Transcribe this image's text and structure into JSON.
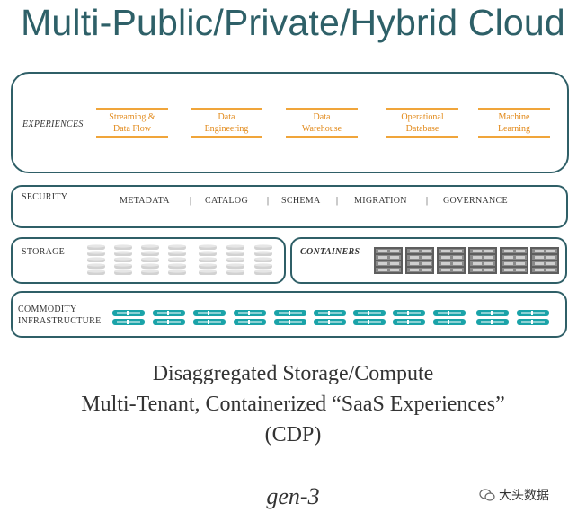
{
  "title": "Multi-Public/Private/Hybrid Cloud",
  "colors": {
    "title": "#2e6068",
    "border": "#2f5f67",
    "experience_accent": "#f0a53a",
    "disk": "#d2d2d2",
    "server": "#8a8a8a",
    "nic": "#1aa3a8"
  },
  "layers": {
    "experiences": {
      "label": "EXPERIENCES",
      "items": [
        "Streaming &\nData Flow",
        "Data\nEngineering",
        "Data\nWarehouse",
        "Operational\nDatabase",
        "Machine\nLearning"
      ]
    },
    "security": {
      "label": "SECURITY",
      "items": [
        "METADATA",
        "|",
        "CATALOG",
        "|",
        "SCHEMA",
        "|",
        "MIGRATION",
        "|",
        "GOVERNANCE"
      ]
    },
    "storage": {
      "label": "STORAGE",
      "disk_count": 7,
      "icon": "disk-stack-icon"
    },
    "containers": {
      "label": "CONTAINERS",
      "server_count": 6,
      "icon": "server-rack-icon"
    },
    "commodity": {
      "label_line1": "COMMODITY",
      "label_line2": "INFRASTRUCTURE",
      "nic_count": 11,
      "icon": "network-card-icon"
    }
  },
  "caption": {
    "line1": "Disaggregated Storage/Compute",
    "line2": "Multi-Tenant, Containerized “SaaS Experiences”",
    "line3": "(CDP)"
  },
  "generation": "gen-3",
  "watermark": "大头数据"
}
